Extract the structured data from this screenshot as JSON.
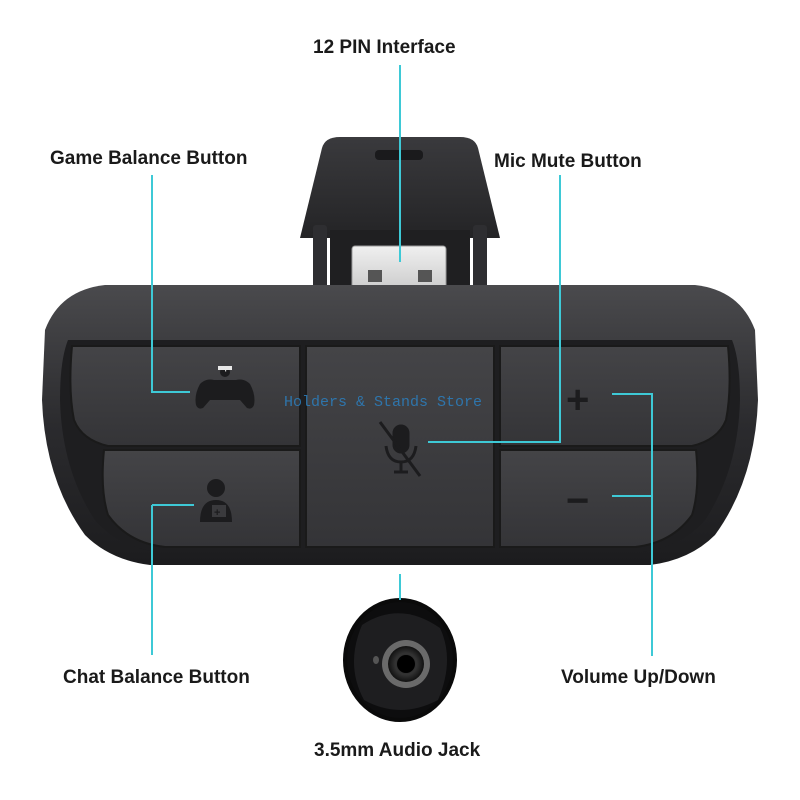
{
  "callouts": {
    "pin": "12 PIN Interface",
    "game_balance": "Game Balance Button",
    "mic_mute": "Mic Mute Button",
    "chat_balance": "Chat Balance Button",
    "volume": "Volume Up/Down",
    "audio_jack": "3.5mm Audio Jack"
  },
  "watermark": "Holders & Stands Store",
  "buttons": {
    "plus_symbol": "+",
    "minus_symbol": "−"
  },
  "colors": {
    "callout_line": "#3ec9d6",
    "device_body": "#2a2a2c",
    "button_face": "#3a3a3d"
  }
}
